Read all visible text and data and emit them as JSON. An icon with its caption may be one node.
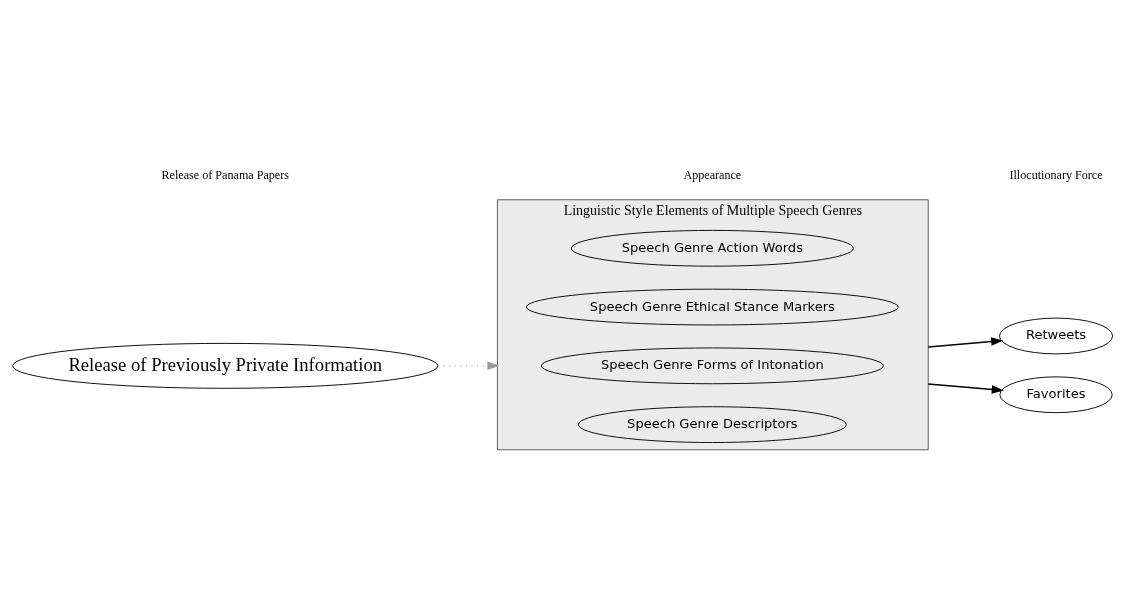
{
  "diagram": {
    "nodes": [
      {
        "text": [
          "Release of Previously Private Information"
        ]
      },
      {
        "text": [
          "Linguistic Style Elements of Multiple Speech Genres"
        ]
      },
      {
        "text": [
          "Speech Genre Descriptors"
        ],
        "in": 1
      },
      {
        "text": [
          "Speech Genre Forms of Intonation"
        ],
        "in": 1
      },
      {
        "text": [
          "Speech Genre Ethical Stance Markers"
        ],
        "in": 1
      },
      {
        "text": [
          "Speech Genre Action Words"
        ],
        "in": 1
      },
      {
        "text": [
          "Retweets"
        ]
      },
      {
        "text": [
          "Favorites"
        ]
      }
    ],
    "edges": [
      {
        "from": 0,
        "to": 1,
        "arrow": "to",
        "style": "dashed",
        "color": "#999999"
      },
      {
        "from": 1,
        "to": 6,
        "arrow": "to"
      },
      {
        "from": 1,
        "to": 7,
        "arrow": "to"
      }
    ],
    "labels": [
      "Release of Panama Papers",
      "Appearance",
      "Illocutionary Force"
    ]
  }
}
